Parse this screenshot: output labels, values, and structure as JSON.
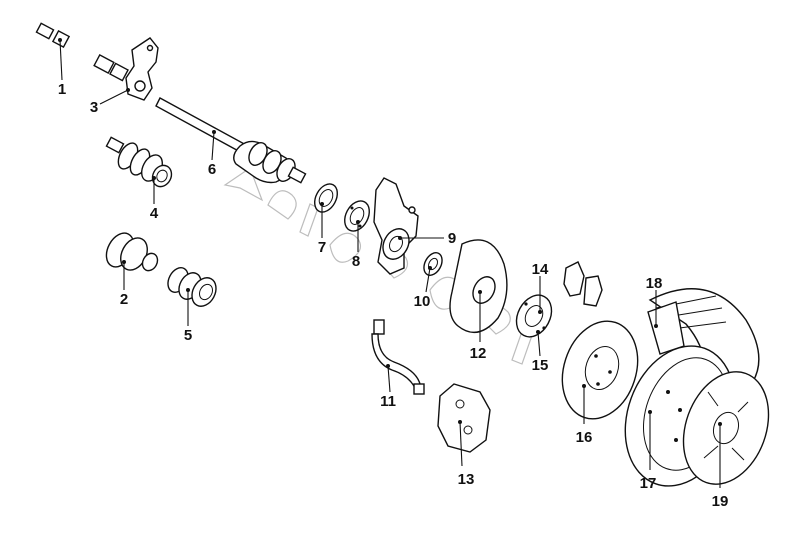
{
  "diagram": {
    "type": "exploded-parts-diagram",
    "colors": {
      "line": "#111111",
      "background": "#ffffff",
      "watermark": "#bdbdbd"
    },
    "watermark": "Autosoft",
    "callouts": [
      {
        "id": "1",
        "label": "1"
      },
      {
        "id": "2",
        "label": "2"
      },
      {
        "id": "3",
        "label": "3"
      },
      {
        "id": "4",
        "label": "4"
      },
      {
        "id": "5",
        "label": "5"
      },
      {
        "id": "6",
        "label": "6"
      },
      {
        "id": "7",
        "label": "7"
      },
      {
        "id": "8",
        "label": "8"
      },
      {
        "id": "9",
        "label": "9"
      },
      {
        "id": "10",
        "label": "10"
      },
      {
        "id": "11",
        "label": "11"
      },
      {
        "id": "12",
        "label": "12"
      },
      {
        "id": "13",
        "label": "13"
      },
      {
        "id": "14",
        "label": "14"
      },
      {
        "id": "15",
        "label": "15"
      },
      {
        "id": "16",
        "label": "16"
      },
      {
        "id": "17",
        "label": "17"
      },
      {
        "id": "18",
        "label": "18"
      },
      {
        "id": "19",
        "label": "19"
      }
    ]
  }
}
